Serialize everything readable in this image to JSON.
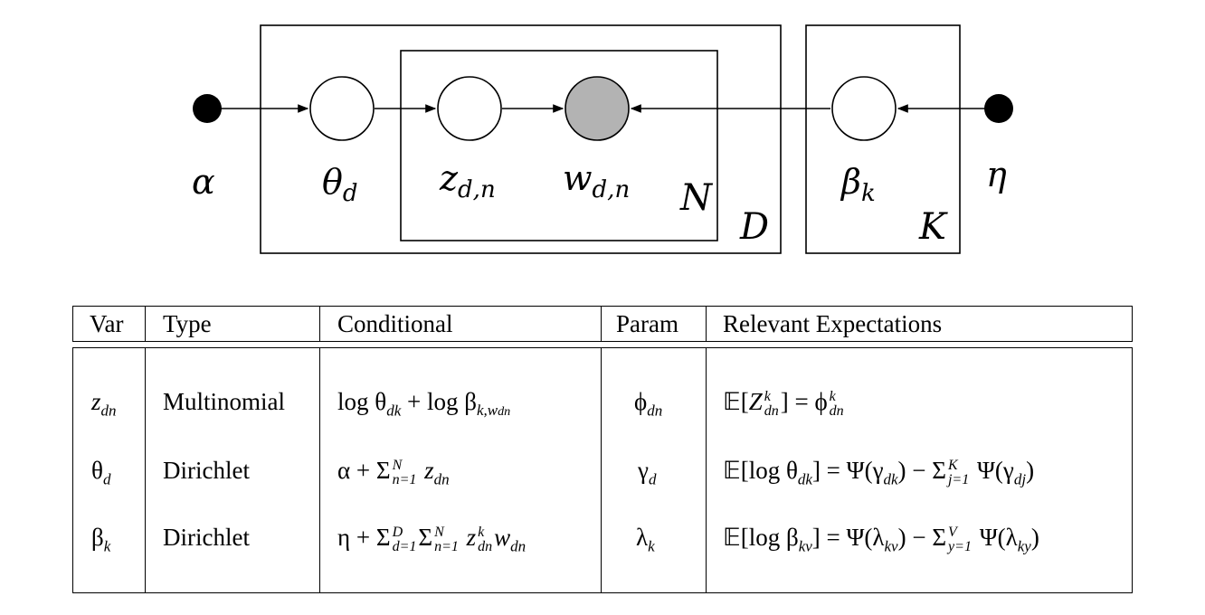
{
  "diagram": {
    "nodes": [
      {
        "id": "alpha",
        "label": "α",
        "subscript": "",
        "type": "hyperparameter"
      },
      {
        "id": "theta",
        "label": "θ",
        "subscript": "d",
        "type": "latent"
      },
      {
        "id": "z",
        "label": "z",
        "subscript": "d,n",
        "type": "latent"
      },
      {
        "id": "w",
        "label": "w",
        "subscript": "d,n",
        "type": "observed"
      },
      {
        "id": "beta",
        "label": "β",
        "subscript": "k",
        "type": "latent"
      },
      {
        "id": "eta",
        "label": "η",
        "subscript": "",
        "type": "hyperparameter"
      }
    ],
    "edges": [
      {
        "from": "alpha",
        "to": "theta"
      },
      {
        "from": "theta",
        "to": "z"
      },
      {
        "from": "z",
        "to": "w"
      },
      {
        "from": "beta",
        "to": "w"
      },
      {
        "from": "eta",
        "to": "beta"
      }
    ],
    "plates": [
      {
        "id": "N",
        "label": "N"
      },
      {
        "id": "D",
        "label": "D"
      },
      {
        "id": "K",
        "label": "K"
      }
    ],
    "colors": {
      "observed_fill": "#b3b3b3",
      "hyper_fill": "#000000",
      "latent_fill": "#ffffff",
      "stroke": "#000000"
    }
  },
  "table": {
    "headers": {
      "var": "Var",
      "type": "Type",
      "conditional": "Conditional",
      "param": "Param",
      "expectations": "Relevant Expectations"
    },
    "rows": [
      {
        "var": "z_dn",
        "type": "Multinomial",
        "conditional": "log θ_dk + log β_k,w_dn",
        "param": "φ_dn",
        "expectation": "E[Z^k_dn] = φ^k_dn"
      },
      {
        "var": "θ_d",
        "type": "Dirichlet",
        "conditional": "α + Σ_{n=1}^N z_dn",
        "param": "γ_d",
        "expectation": "E[log θ_dk] = Ψ(γ_dk) − Σ_{j=1}^K Ψ(γ_dj)"
      },
      {
        "var": "β_k",
        "type": "Dirichlet",
        "conditional": "η + Σ_{d=1}^D Σ_{n=1}^N z^k_dn w_dn",
        "param": "λ_k",
        "expectation": "E[log β_kv] = Ψ(λ_kv) − Σ_{y=1}^V Ψ(λ_ky)"
      }
    ]
  }
}
